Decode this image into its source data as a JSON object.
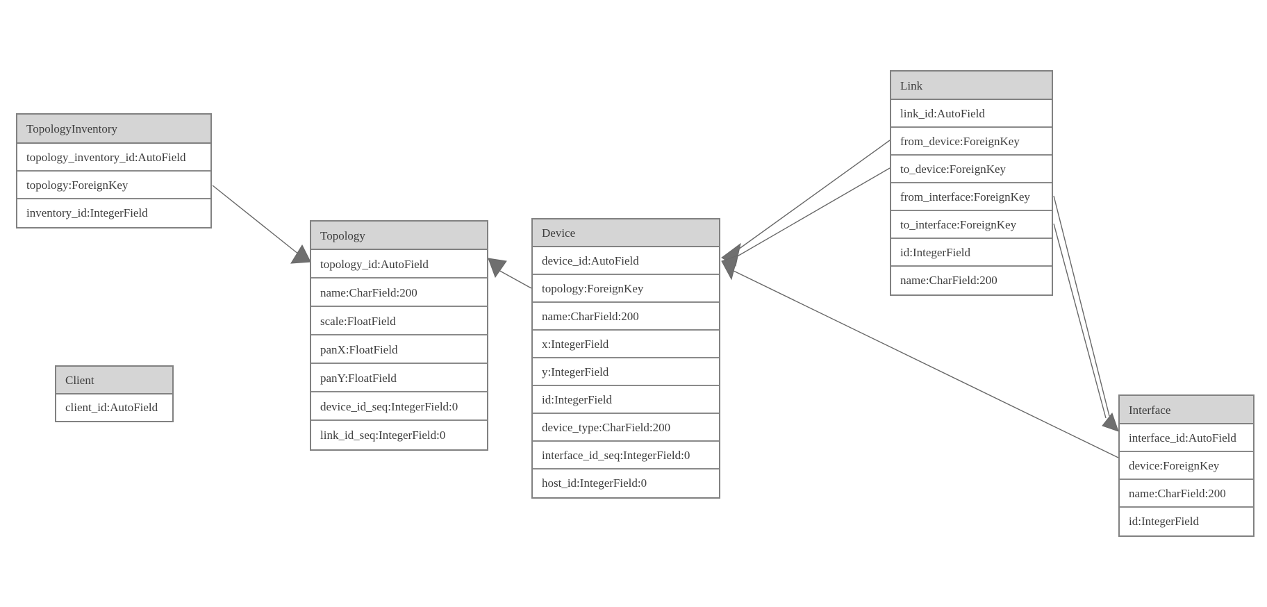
{
  "diagram": {
    "type": "entity-relationship-diagram",
    "entities": {
      "topology_inventory": {
        "title": "TopologyInventory",
        "fields": [
          "topology_inventory_id:AutoField",
          "topology:ForeignKey",
          "inventory_id:IntegerField"
        ]
      },
      "topology": {
        "title": "Topology",
        "fields": [
          "topology_id:AutoField",
          "name:CharField:200",
          "scale:FloatField",
          "panX:FloatField",
          "panY:FloatField",
          "device_id_seq:IntegerField:0",
          "link_id_seq:IntegerField:0"
        ]
      },
      "client": {
        "title": "Client",
        "fields": [
          "client_id:AutoField"
        ]
      },
      "device": {
        "title": "Device",
        "fields": [
          "device_id:AutoField",
          "topology:ForeignKey",
          "name:CharField:200",
          "x:IntegerField",
          "y:IntegerField",
          "id:IntegerField",
          "device_type:CharField:200",
          "interface_id_seq:IntegerField:0",
          "host_id:IntegerField:0"
        ]
      },
      "link": {
        "title": "Link",
        "fields": [
          "link_id:AutoField",
          "from_device:ForeignKey",
          "to_device:ForeignKey",
          "from_interface:ForeignKey",
          "to_interface:ForeignKey",
          "id:IntegerField",
          "name:CharField:200"
        ]
      },
      "interface": {
        "title": "Interface",
        "fields": [
          "interface_id:AutoField",
          "device:ForeignKey",
          "name:CharField:200",
          "id:IntegerField"
        ]
      }
    },
    "relationships": [
      {
        "from": "TopologyInventory.topology",
        "to": "Topology"
      },
      {
        "from": "Device.topology",
        "to": "Topology"
      },
      {
        "from": "Link.from_device",
        "to": "Device"
      },
      {
        "from": "Link.to_device",
        "to": "Device"
      },
      {
        "from": "Link.from_interface",
        "to": "Interface"
      },
      {
        "from": "Link.to_interface",
        "to": "Interface"
      },
      {
        "from": "Interface.device",
        "to": "Device"
      }
    ],
    "colors": {
      "background": "#ffffff",
      "header_fill": "#d5d5d5",
      "box_border": "#818181",
      "text": "#3d3d3d",
      "edge_line": "#686868",
      "arrowhead_fill": "#6f6f6f"
    }
  }
}
